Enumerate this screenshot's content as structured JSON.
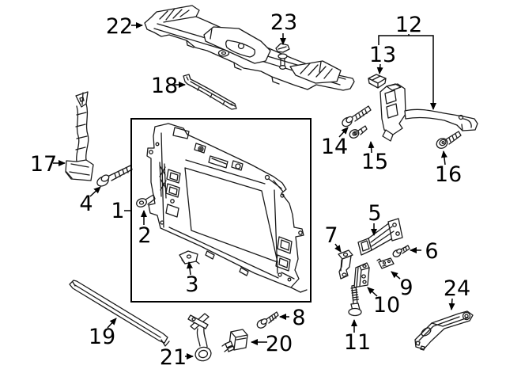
{
  "diagram": {
    "background_color": "#ffffff",
    "line_color": "#1a1a1a",
    "callout_color": "#000000",
    "callouts": [
      {
        "id": 1,
        "label": "1"
      },
      {
        "id": 2,
        "label": "2"
      },
      {
        "id": 3,
        "label": "3"
      },
      {
        "id": 4,
        "label": "4"
      },
      {
        "id": 5,
        "label": "5"
      },
      {
        "id": 6,
        "label": "6"
      },
      {
        "id": 7,
        "label": "7"
      },
      {
        "id": 8,
        "label": "8"
      },
      {
        "id": 9,
        "label": "9"
      },
      {
        "id": 10,
        "label": "10"
      },
      {
        "id": 11,
        "label": "11"
      },
      {
        "id": 12,
        "label": "12"
      },
      {
        "id": 13,
        "label": "13"
      },
      {
        "id": 14,
        "label": "14"
      },
      {
        "id": 15,
        "label": "15"
      },
      {
        "id": 16,
        "label": "16"
      },
      {
        "id": 17,
        "label": "17"
      },
      {
        "id": 18,
        "label": "18"
      },
      {
        "id": 19,
        "label": "19"
      },
      {
        "id": 20,
        "label": "20"
      },
      {
        "id": 21,
        "label": "21"
      },
      {
        "id": 22,
        "label": "22"
      },
      {
        "id": 23,
        "label": "23"
      },
      {
        "id": 24,
        "label": "24"
      }
    ]
  }
}
